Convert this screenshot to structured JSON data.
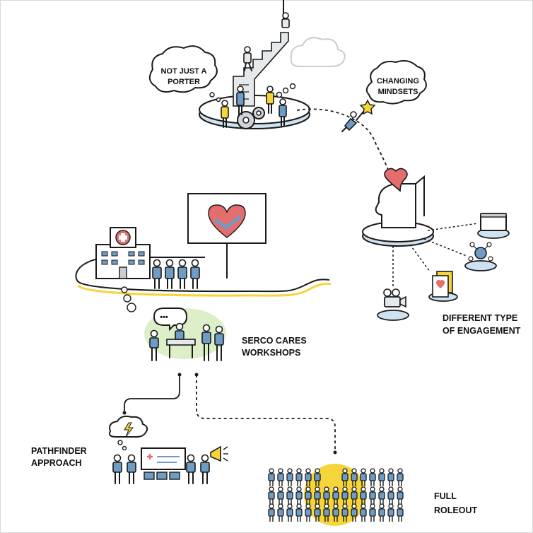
{
  "labels": {
    "not_just_a_porter": [
      "NOT JUST A",
      "PORTER"
    ],
    "changing_mindsets": [
      "CHANGING",
      "MINDSETS"
    ],
    "different_engagement": [
      "DIFFERENT TYPE",
      "OF ENGAGEMENT"
    ],
    "serco_cares": [
      "SERCO CARES",
      "WORKSHOPS"
    ],
    "pathfinder": [
      "PATHFINDER",
      "APPROACH"
    ],
    "full_rollout": [
      "FULL",
      "ROLEOUT"
    ],
    "speech_dots": "•••"
  },
  "colors": {
    "outline": "#1a1a1a",
    "blue": "#6f9cc4",
    "blue_light": "#cfe0ef",
    "heart": "#e46d6d",
    "yellow": "#f5d53a",
    "green": "#dcefc8",
    "grey": "#c9ced3",
    "platform_edge": "#7fb0d6"
  },
  "icons": [
    "hospital-icon",
    "heart-handshake-icon",
    "head-heart-icon",
    "laptop-icon",
    "network-icon",
    "video-camera-icon",
    "heart-card-icon",
    "lightning-cloud-icon",
    "megaphone-icon",
    "star-icon",
    "gears-icon",
    "staircase-icon"
  ]
}
